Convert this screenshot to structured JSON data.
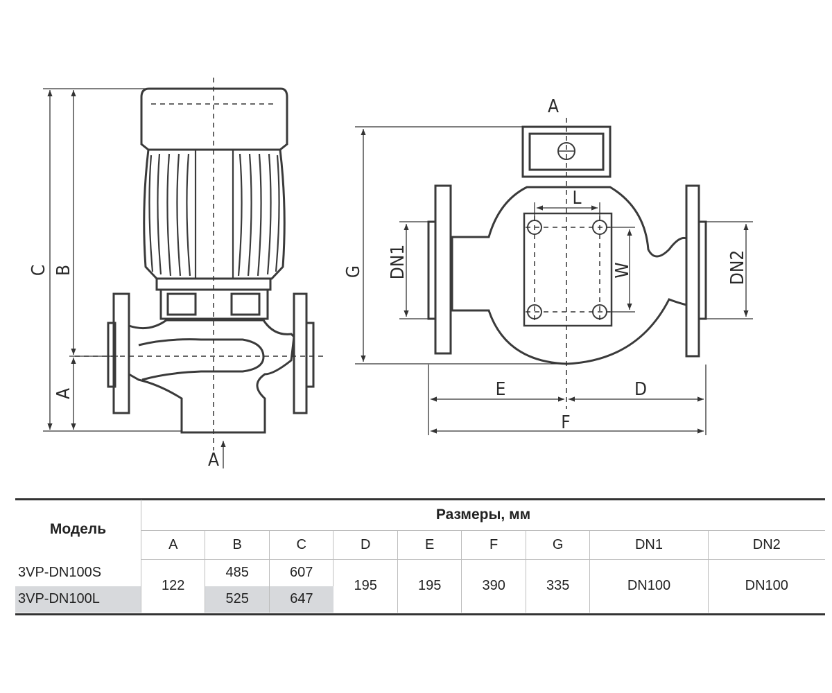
{
  "side_view": {
    "labels": {
      "a": "A",
      "b": "B",
      "c": "C",
      "section": "A"
    }
  },
  "plan_view": {
    "labels": {
      "section": "A",
      "g": "G",
      "dn1": "DN1",
      "dn2": "DN2",
      "l": "L",
      "w": "W",
      "e": "E",
      "d": "D",
      "f": "F"
    }
  },
  "table": {
    "model_header": "Модель",
    "sizes_header": "Размеры, мм",
    "columns": [
      "A",
      "B",
      "C",
      "D",
      "E",
      "F",
      "G",
      "DN1",
      "DN2"
    ],
    "models": [
      "3VP-DN100S",
      "3VP-DN100L"
    ],
    "shared": {
      "a": "122",
      "d": "195",
      "e": "195",
      "f": "390",
      "g": "335",
      "dn1": "DN100",
      "dn2": "DN100"
    },
    "rows": [
      {
        "b": "485",
        "c": "607"
      },
      {
        "b": "525",
        "c": "647"
      }
    ],
    "highlight_color": "#d7d9dc"
  }
}
